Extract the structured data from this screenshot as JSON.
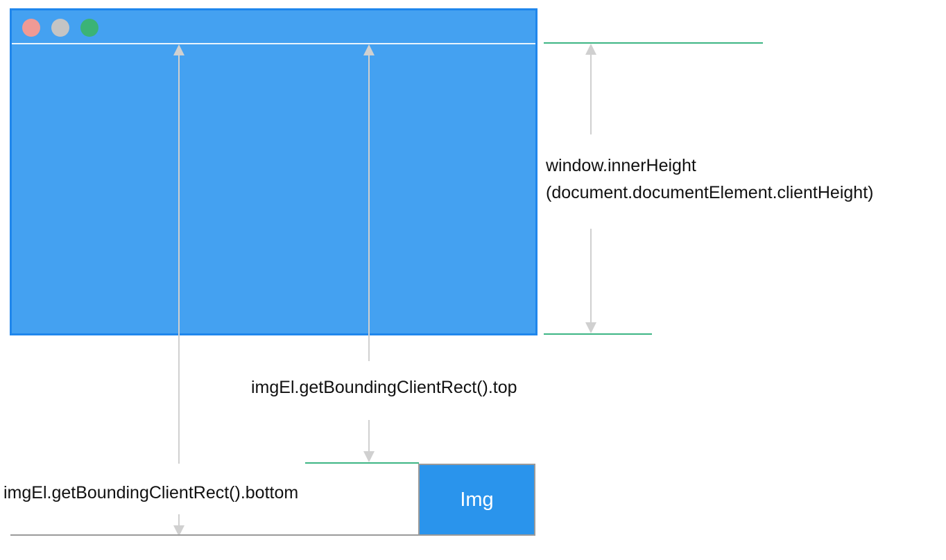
{
  "labels": {
    "inner_height_line1": "window.innerHeight",
    "inner_height_line2": "(document.documentElement.clientHeight)",
    "rect_top": "imgEl.getBoundingClientRect().top",
    "rect_bottom": "imgEl.getBoundingClientRect().bottom",
    "img": "Img"
  },
  "colors": {
    "window_fill": "#44a1f1",
    "window_border": "#1f86ec",
    "traffic_close": "#ef9a95",
    "traffic_minimize": "#c4c4c4",
    "traffic_maximize": "#3bb376",
    "guide_green": "#3cb584",
    "arrow_gray": "#d0d0d0",
    "img_fill": "#2a94ec",
    "img_border": "#9a9a9a"
  }
}
